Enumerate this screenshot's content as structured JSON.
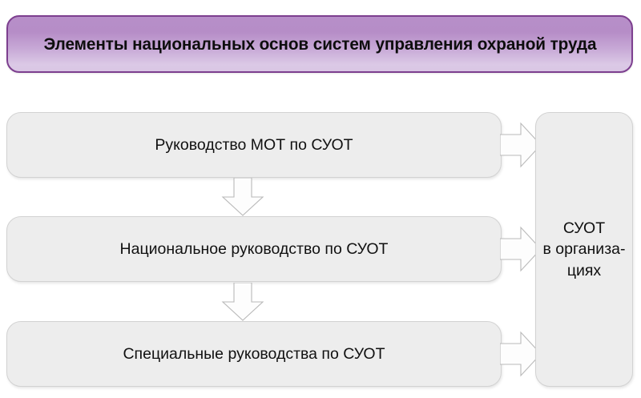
{
  "banner": {
    "title": "Элементы национальных основ систем управления охраной труда",
    "border_color": "#7d3f8f",
    "gradient_top": "#b78ec8",
    "gradient_bottom": "#d9c6e4"
  },
  "boxes": {
    "ilo": {
      "label": "Руководство МОТ по СУОТ"
    },
    "national": {
      "label": "Национальное руководство по СУОТ"
    },
    "special": {
      "label": "Специальные руководства по СУОТ"
    },
    "organization": {
      "line1": "СУОТ",
      "line2": "в организа-",
      "line3": "циях"
    }
  },
  "arrows": {
    "right_1": "arrow-right-icon",
    "right_2": "arrow-right-icon",
    "right_3": "arrow-right-icon",
    "down_1": "arrow-down-icon",
    "down_2": "arrow-down-icon"
  },
  "colors": {
    "box_fill": "#ededed",
    "box_border": "#d2d2d2",
    "arrow_fill": "#fdfdfd",
    "arrow_stroke": "#b9b9b9",
    "page_background": "#ffffff",
    "text": "#111111"
  }
}
